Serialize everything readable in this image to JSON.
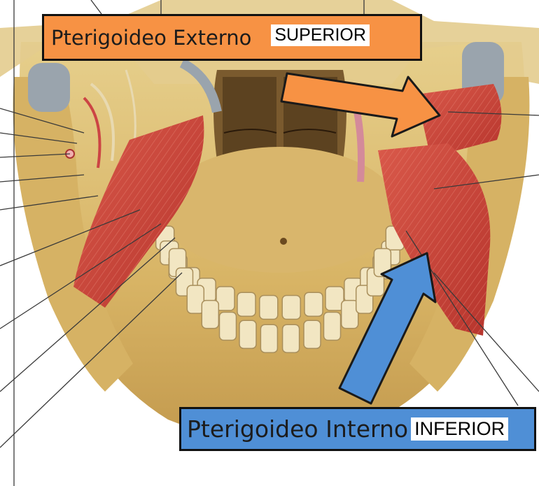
{
  "labels": {
    "superior": {
      "muscle": "Pterigoideo Externo",
      "position": "SUPERIOR"
    },
    "inferior": {
      "muscle": "Pterigoideo Interno",
      "position": "INFERIOR"
    }
  },
  "colors": {
    "superior_box": "#f79244",
    "superior_arrow": "#f79244",
    "inferior_box": "#4f8fd6",
    "inferior_arrow": "#4f8fd6",
    "muscle": "#c7453a",
    "bone": "#d9b76a"
  }
}
